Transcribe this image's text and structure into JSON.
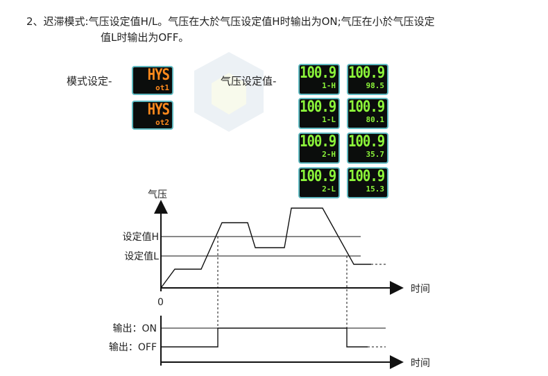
{
  "description": {
    "line1": "2、迟滞模式:气压设定值H/L。气压在大於气压设定值H时输出为ON;气压在小於气压设定",
    "line2": "值L时输出为OFF。"
  },
  "mode_label": "模式设定-",
  "mode_displays": [
    {
      "top": "HYS",
      "bottom": "ot1"
    },
    {
      "top": "HYS",
      "bottom": "ot2"
    }
  ],
  "pressure_label": "气压设定值-",
  "pressure_displays": [
    {
      "top": "100.9",
      "bottom": "1-H"
    },
    {
      "top": "100.9",
      "bottom": "98.5"
    },
    {
      "top": "100.9",
      "bottom": "1-L"
    },
    {
      "top": "100.9",
      "bottom": "80.1"
    },
    {
      "top": "100.9",
      "bottom": "2-H"
    },
    {
      "top": "100.9",
      "bottom": "35.7"
    },
    {
      "top": "100.9",
      "bottom": "2-L"
    },
    {
      "top": "100.9",
      "bottom": "15.3"
    }
  ],
  "diagram": {
    "y_axis_label": "气压",
    "x_axis_label": "时间",
    "origin": "0",
    "setpoint_h": "设定值H",
    "setpoint_l": "设定值L",
    "output_on": "输出：ON",
    "output_off": "输出：OFF",
    "output_x_axis_label": "时间"
  },
  "colors": {
    "mode_display": "#ff8a1c",
    "pressure_display": "#8cf53a",
    "display_border": "#5fb9c0"
  }
}
